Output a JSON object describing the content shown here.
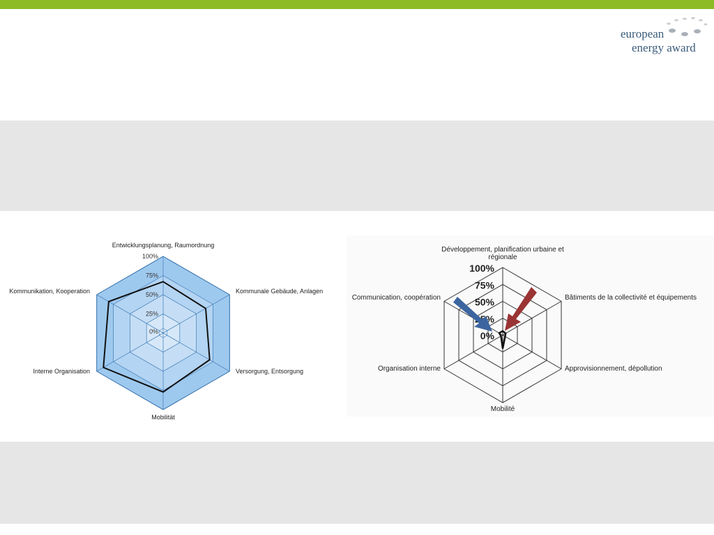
{
  "theme": {
    "accent": "#8dbb25",
    "band": "#e6e6e6",
    "chart_fill": "#9ec9ee",
    "chart_edge": "#2c6aa8",
    "arrow_blue": "#3c65a0",
    "arrow_red": "#9a3434"
  },
  "logo": {
    "line1": "european",
    "line2": "energy award"
  },
  "chart_data": [
    {
      "type": "radar",
      "axes": [
        "Entwicklungsplanung, Raumordnung",
        "Kommunale Gebäude, Anlagen",
        "Versorgung, Entsorgung",
        "Mobilität",
        "Interne Organisation",
        "Kommunikation, Kooperation"
      ],
      "ticks": [
        "0%",
        "25%",
        "50%",
        "75%",
        "100%"
      ],
      "rlim": [
        0,
        100
      ],
      "values": [
        67,
        64,
        70,
        77,
        90,
        82
      ]
    },
    {
      "type": "radar",
      "axes": [
        "Développement, planification urbaine et régionale",
        "Bâtiments de la collectivité et équipements",
        "Approvisionnement, dépollution",
        "Mobilité",
        "Organisation interne",
        "Communication, coopération"
      ],
      "ticks": [
        "0%",
        "25%",
        "50%",
        "75%",
        "100%"
      ],
      "rlim": [
        0,
        100
      ],
      "values": [
        6,
        5,
        4,
        20,
        3,
        6
      ]
    }
  ]
}
